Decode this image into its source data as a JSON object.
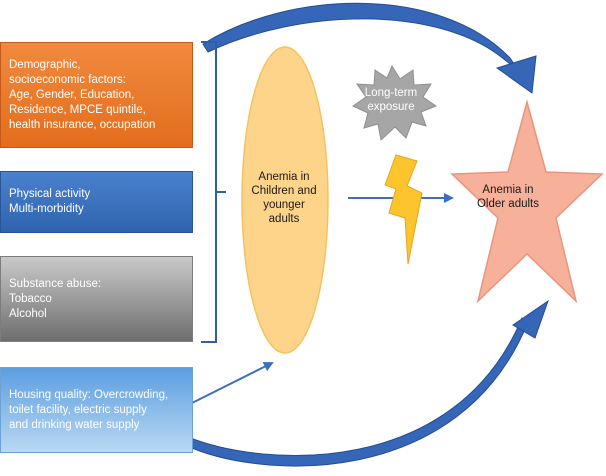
{
  "boxes": {
    "demographic": {
      "lines": [
        "Demographic,",
        "socioeconomic factors:",
        "Age, Gender, Education,",
        "Residence, MPCE quintile,",
        "health insurance, occupation"
      ]
    },
    "physical": {
      "lines": [
        "Physical activity",
        "Multi-morbidity"
      ]
    },
    "substance": {
      "lines": [
        "Substance abuse:",
        "Tobacco",
        "Alcohol"
      ]
    },
    "housing": {
      "lines": [
        "Housing quality: Overcrowding,",
        "toilet facility, electric supply",
        "and drinking water supply"
      ]
    }
  },
  "children_ellipse": {
    "lines": [
      "Anemia in",
      "Children and",
      "younger",
      "adults"
    ]
  },
  "older_star": {
    "lines": [
      "Anemia in",
      "Older adults"
    ]
  },
  "exposure_burst": {
    "lines": [
      "Long-term",
      "exposure"
    ]
  },
  "colors": {
    "ellipse_fill": "#fdd48a",
    "ellipse_stroke": "#f2c363",
    "star_fill": "#f7b09a",
    "star_stroke": "#e8957d",
    "burst_fill": "#a6a6a6",
    "bolt_fill": "#fdc52d",
    "bolt_stroke": "#e8a51c",
    "arrow_blue": "#3b6fc0",
    "bracket_blue": "#2f5fa8"
  }
}
